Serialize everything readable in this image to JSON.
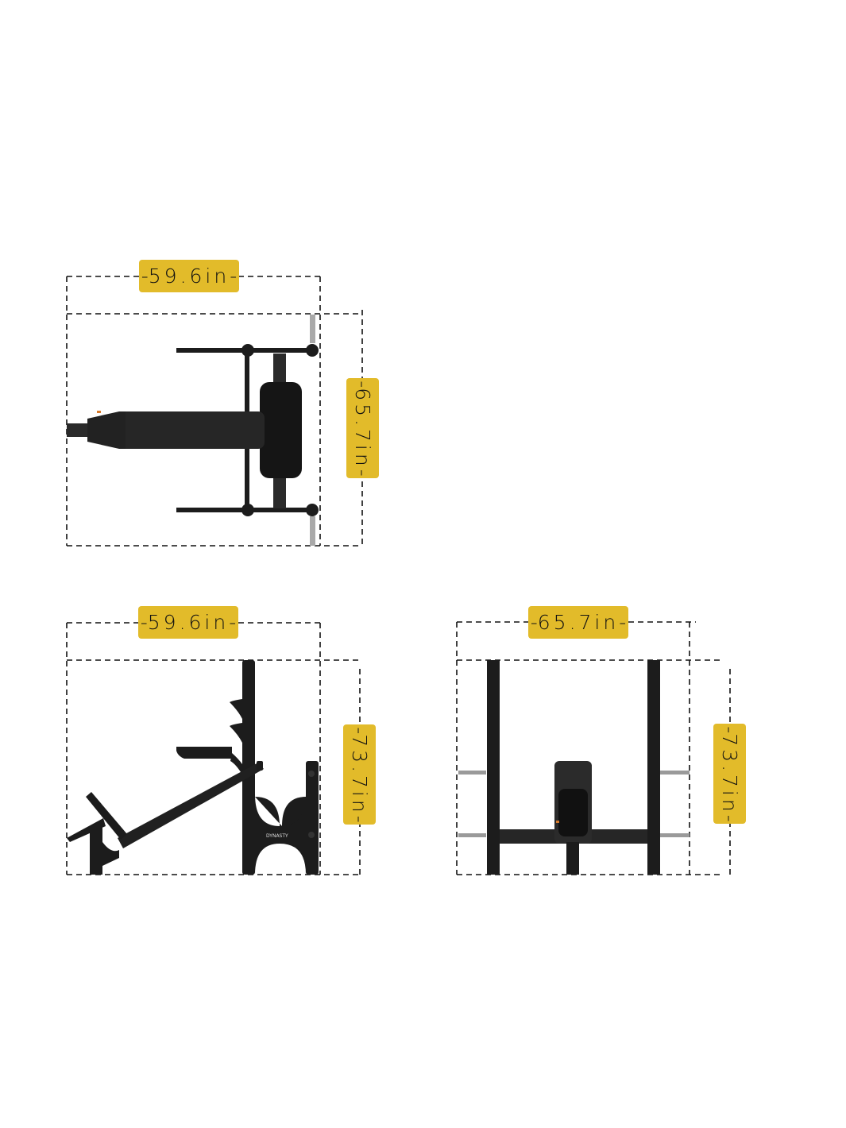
{
  "views": {
    "top": {
      "width_label": "59.6in",
      "depth_label": "65.7in"
    },
    "side": {
      "width_label": "59.6in",
      "height_label": "73.7in",
      "logo_text": "DYNASTY"
    },
    "front": {
      "width_label": "65.7in",
      "height_label": "73.7in"
    }
  },
  "colors": {
    "label_background": "#e2bb2a",
    "equipment": "#1c1c1c",
    "dashed_lines": "#111111"
  }
}
